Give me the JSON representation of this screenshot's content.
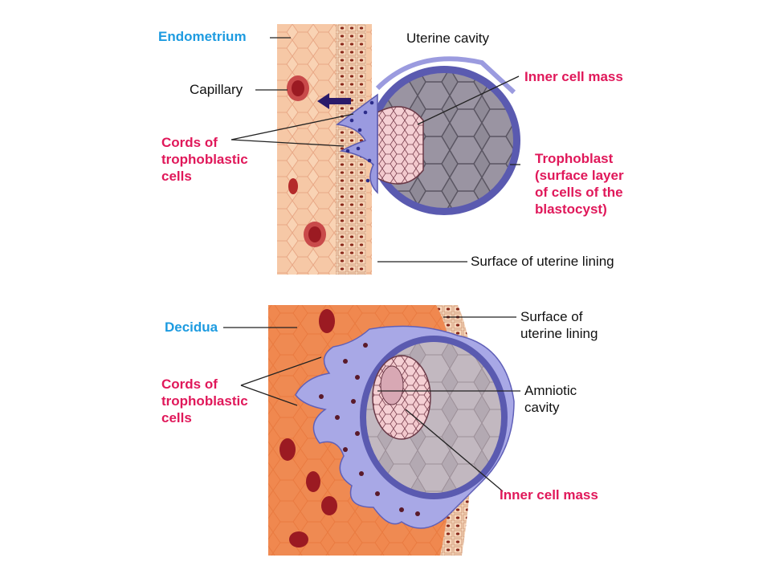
{
  "top_panel": {
    "endometrium": "Endometrium",
    "uterine_cavity": "Uterine cavity",
    "capillary": "Capillary",
    "inner_cell_mass": "Inner cell mass",
    "cords_line1": "Cords of",
    "cords_line2": "trophoblastic",
    "cords_line3": "cells",
    "trophoblast_line1": "Trophoblast",
    "trophoblast_line2": "(surface layer",
    "trophoblast_line3": "of cells of the",
    "trophoblast_line4": "blastocyst)",
    "surface_lining": "Surface of uterine lining"
  },
  "bottom_panel": {
    "decidua": "Decidua",
    "surface_line1": "Surface of",
    "surface_line2": "uterine lining",
    "cords_line1": "Cords of",
    "cords_line2": "trophoblastic",
    "cords_line3": "cells",
    "amniotic_line1": "Amniotic",
    "amniotic_line2": "cavity",
    "inner_cell_mass": "Inner cell mass"
  },
  "colors": {
    "tissue_light": "#f6c9a4",
    "tissue_dark": "#f08a55",
    "trophoblast": "#8e8ee0",
    "blastocyst_cavity": "#8a8590",
    "inner_mass": "#f0c4c8",
    "vessel": "#9b1a22",
    "label_blue": "#1d9be0",
    "label_pink": "#e0185a"
  }
}
